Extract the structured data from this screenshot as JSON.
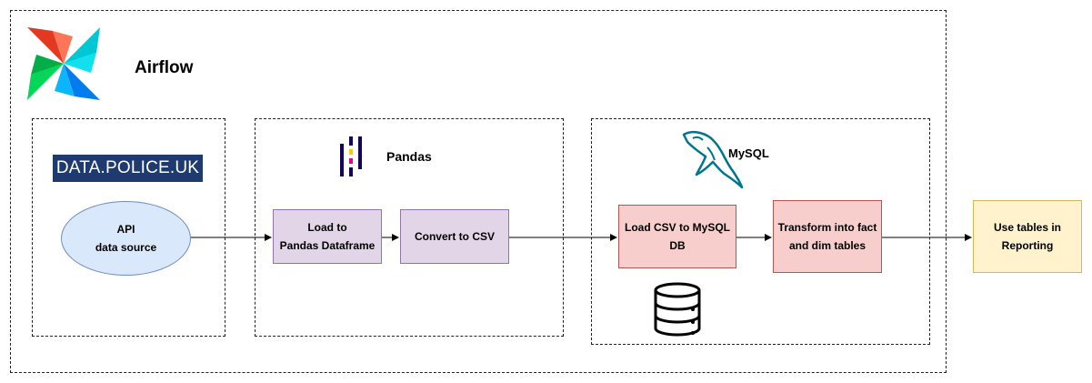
{
  "airflow": {
    "title": "Airflow",
    "logo_icon": "airflow-pinwheel-icon"
  },
  "source": {
    "logo_text": "DATA.POLICE.UK",
    "logo_color": "#1f3a6e",
    "api_node": "API\ndata source"
  },
  "pandas": {
    "title": "Pandas",
    "logo_icon": "pandas-bars-icon",
    "load_node": "Load to\nPandas Dataframe",
    "convert_node": "Convert to CSV"
  },
  "mysql": {
    "title": "MySQL",
    "logo_icon": "mysql-dolphin-icon",
    "load_node": "Load CSV to MySQL\nDB",
    "transform_node": "Transform into fact\nand dim tables",
    "db_icon": "database-icon"
  },
  "reporting": {
    "node": "Use tables in\nReporting"
  },
  "colors": {
    "purple_fill": "#e1d5e7",
    "red_fill": "#f8cecc",
    "yellow_fill": "#fff2cc",
    "blue_fill": "#dae8fc"
  }
}
